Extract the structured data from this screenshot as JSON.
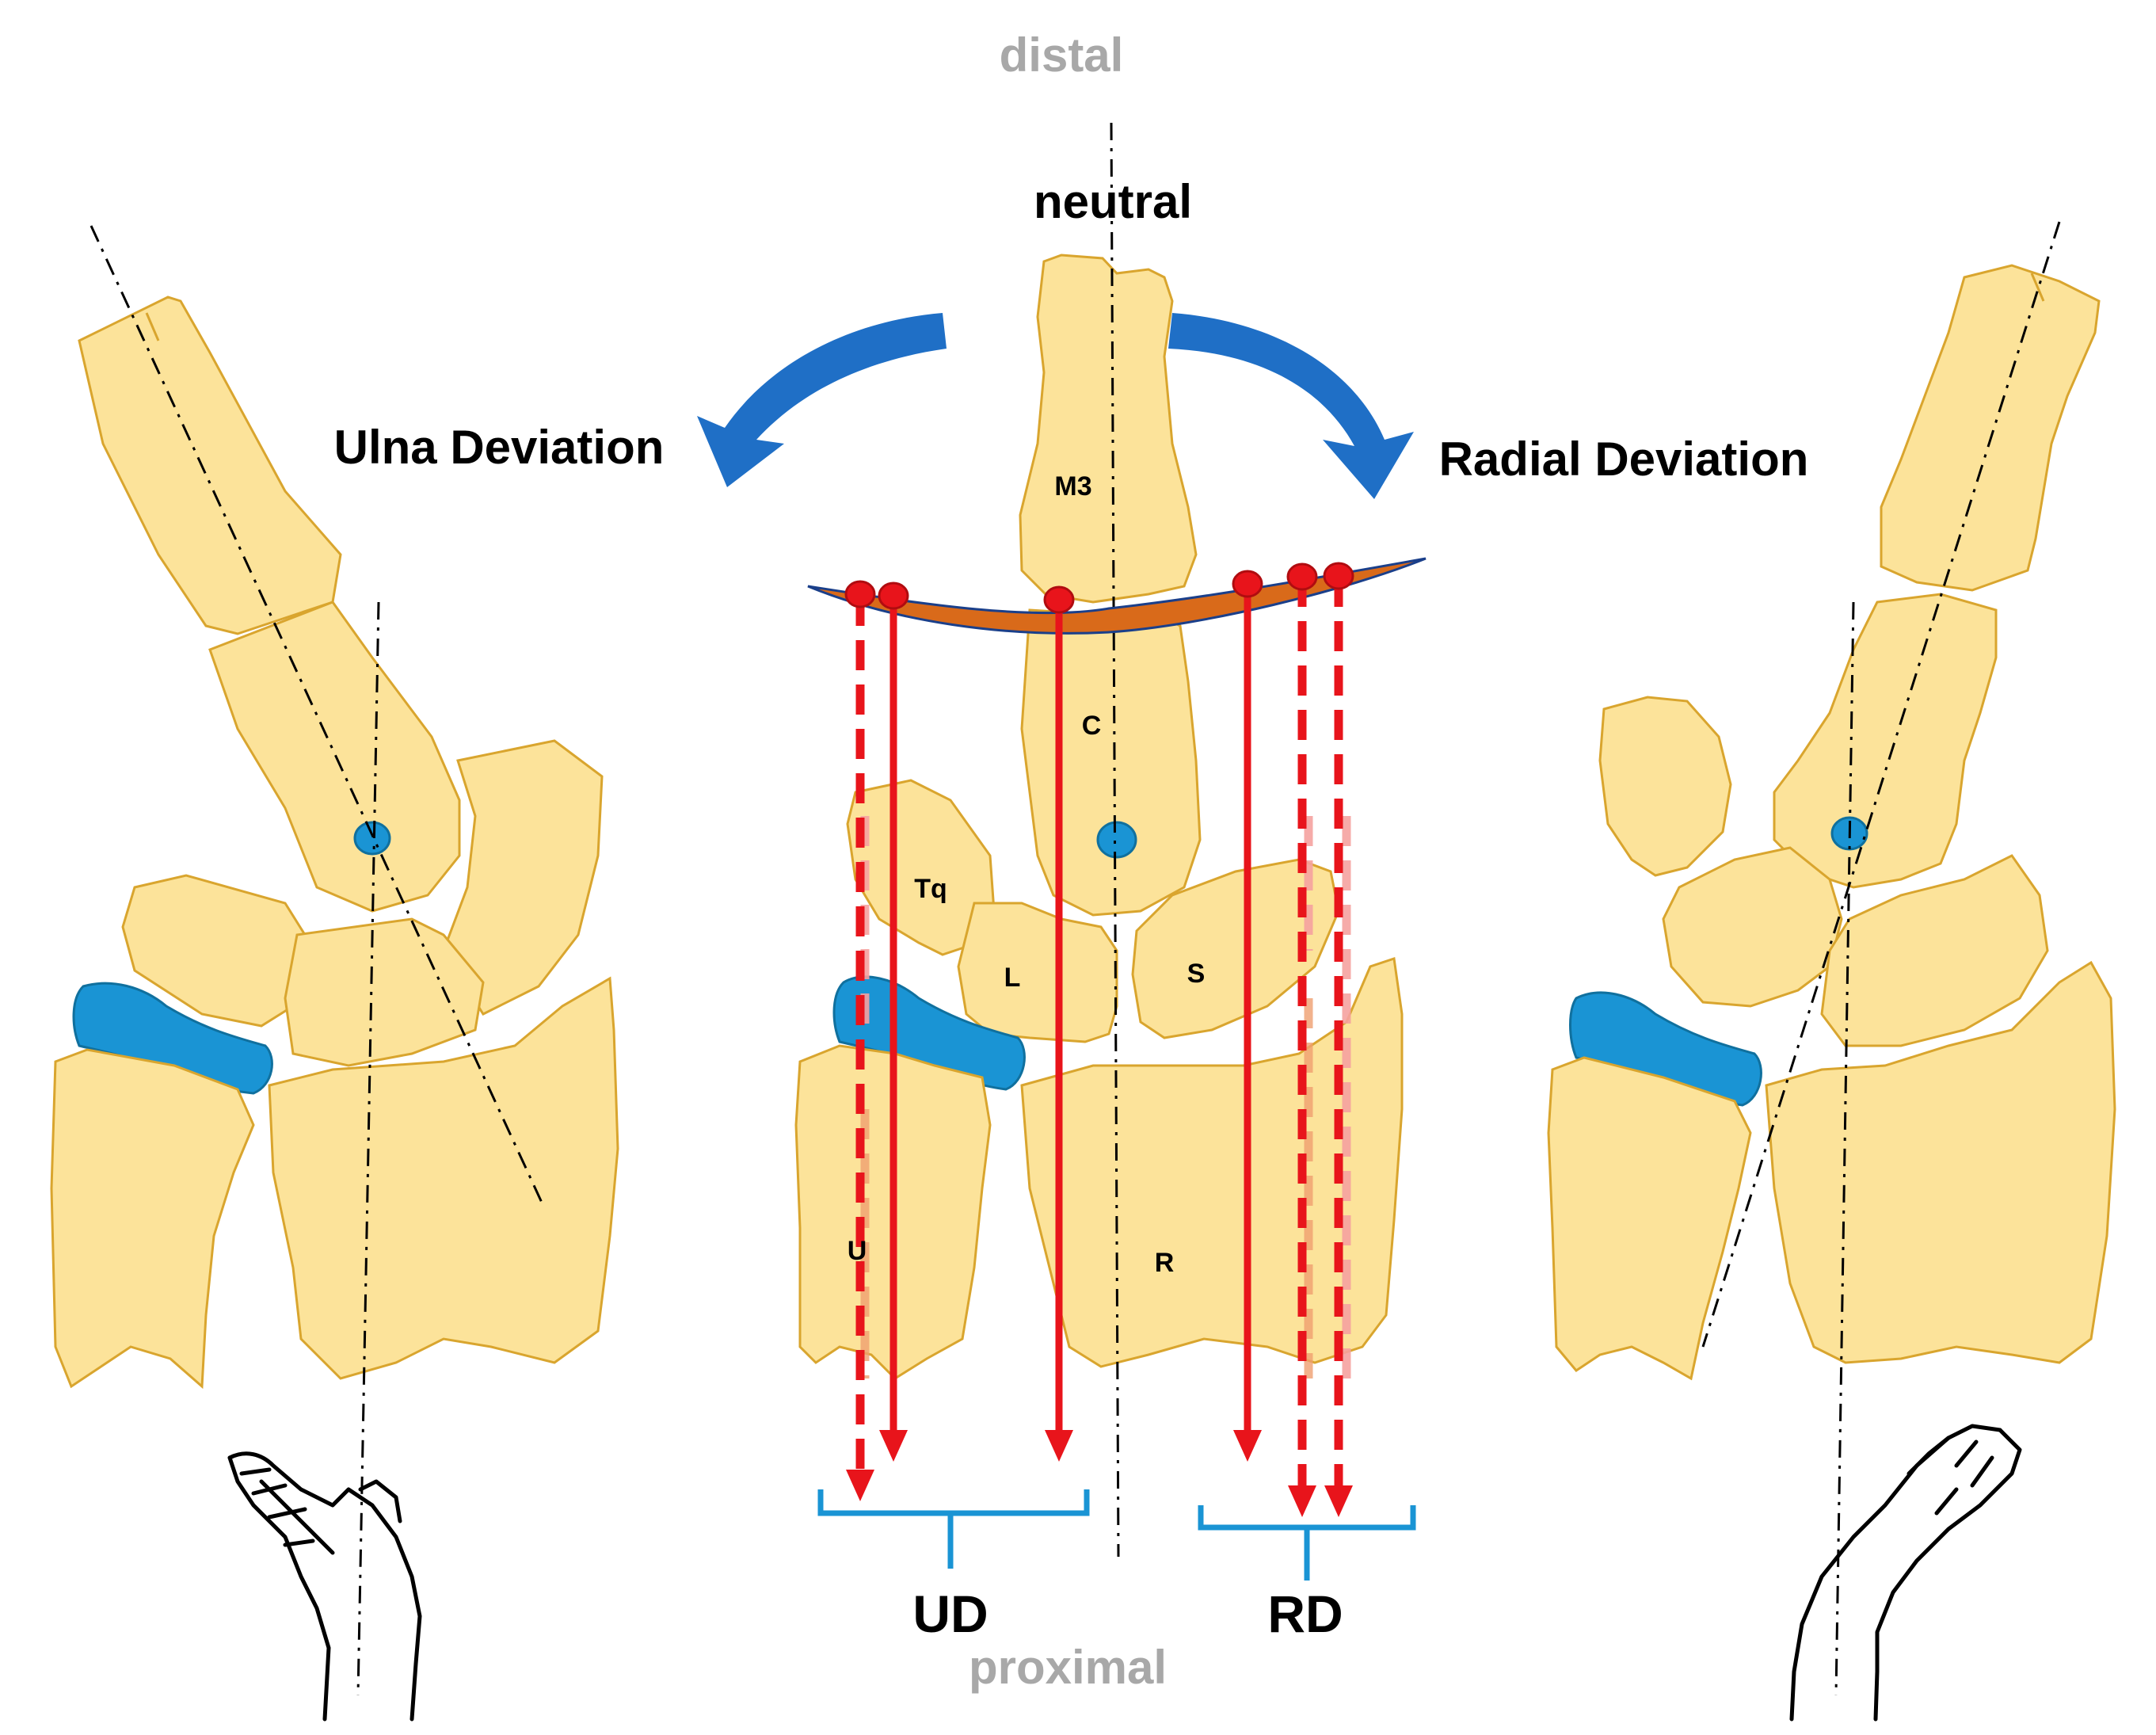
{
  "labels": {
    "distal": "distal",
    "proximal": "proximal",
    "neutral": "neutral",
    "ulna_deviation": "Ulna Deviation",
    "radial_deviation": "Radial Deviation",
    "ud": "UD",
    "rd": "RD"
  },
  "bones": {
    "m3": "M3",
    "capitate": "C",
    "triquetrum": "Tq",
    "lunate": "L",
    "scaphoid": "S",
    "ulna": "U",
    "radius": "R"
  },
  "colors": {
    "bone_fill": "#fce39a",
    "bone_outline": "#d9a52e",
    "cartilage": "#1a94d4",
    "rotation_arrow": "#1f6fc6",
    "projection_arrow": "#e8141b",
    "arc": "#d96a1a",
    "brace": "#1a94d4",
    "direction_text": "#a8a8a8"
  }
}
